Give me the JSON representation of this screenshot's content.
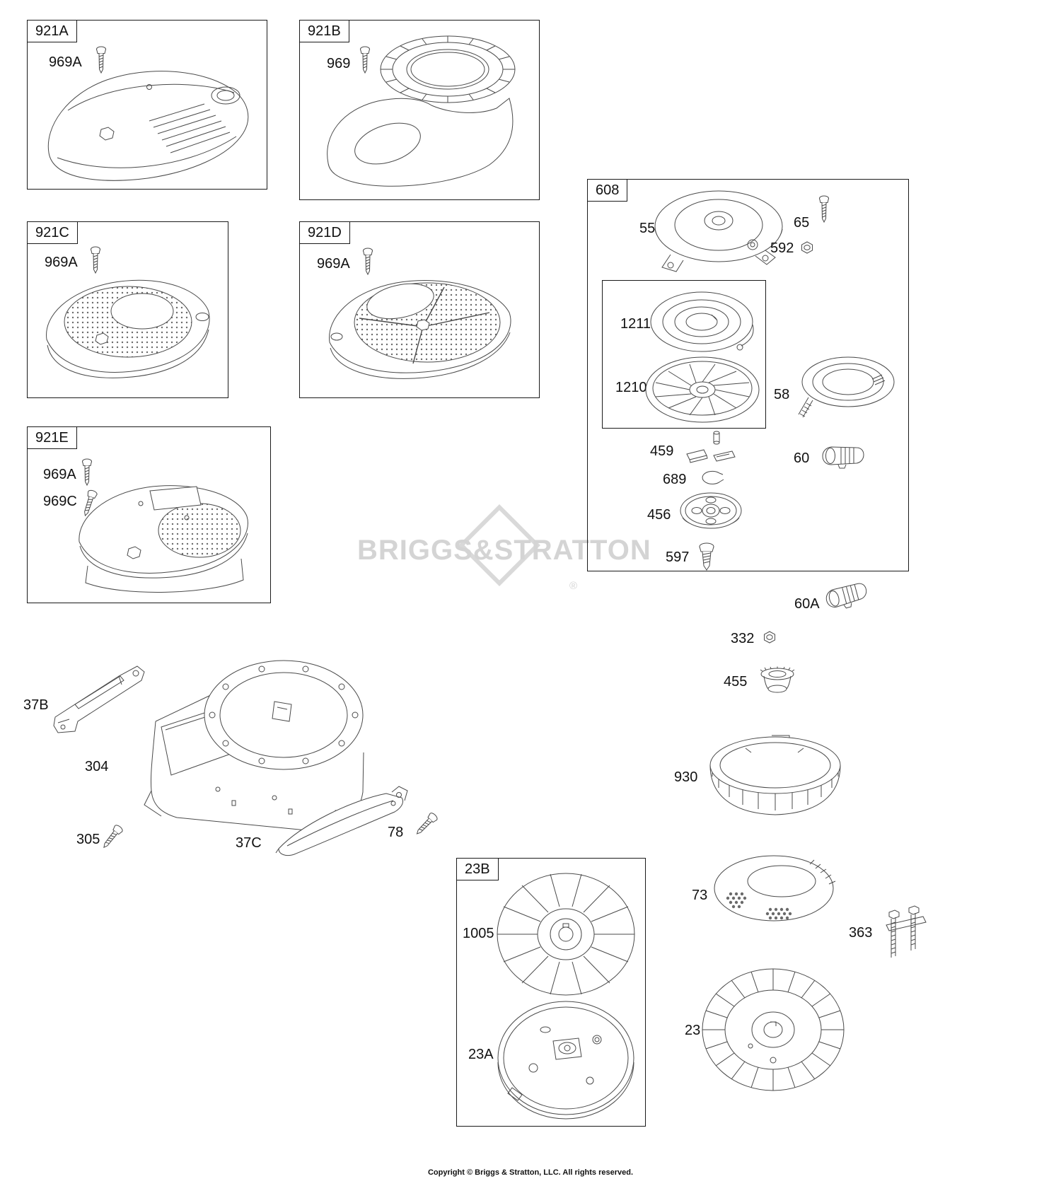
{
  "watermark": {
    "text": "BRIGGS&STRATTON",
    "registered": "®"
  },
  "footer": {
    "copyright": "Copyright © Briggs & Stratton, LLC. All rights reserved."
  },
  "boxes": {
    "b921A": {
      "title": "921A",
      "callouts": {
        "c969A": "969A"
      }
    },
    "b921B": {
      "title": "921B",
      "callouts": {
        "c969": "969"
      }
    },
    "b921C": {
      "title": "921C",
      "callouts": {
        "c969A": "969A"
      }
    },
    "b921D": {
      "title": "921D",
      "callouts": {
        "c969A": "969A"
      }
    },
    "b921E": {
      "title": "921E",
      "callouts": {
        "c969A": "969A",
        "c969C": "969C"
      }
    },
    "b608": {
      "title": "608",
      "callouts": {
        "c55": "55",
        "c65": "65",
        "c592": "592",
        "c1211": "1211",
        "c1210": "1210",
        "c58": "58",
        "c459": "459",
        "c60": "60",
        "c689": "689",
        "c456": "456",
        "c597": "597"
      }
    },
    "b23B": {
      "title": "23B",
      "callouts": {
        "c1005": "1005",
        "c23A": "23A"
      }
    }
  },
  "loose": {
    "c60A": "60A",
    "c332": "332",
    "c455": "455",
    "c930": "930",
    "c37B": "37B",
    "c304": "304",
    "c305": "305",
    "c37C": "37C",
    "c78": "78",
    "c73": "73",
    "c363": "363",
    "c23": "23"
  }
}
